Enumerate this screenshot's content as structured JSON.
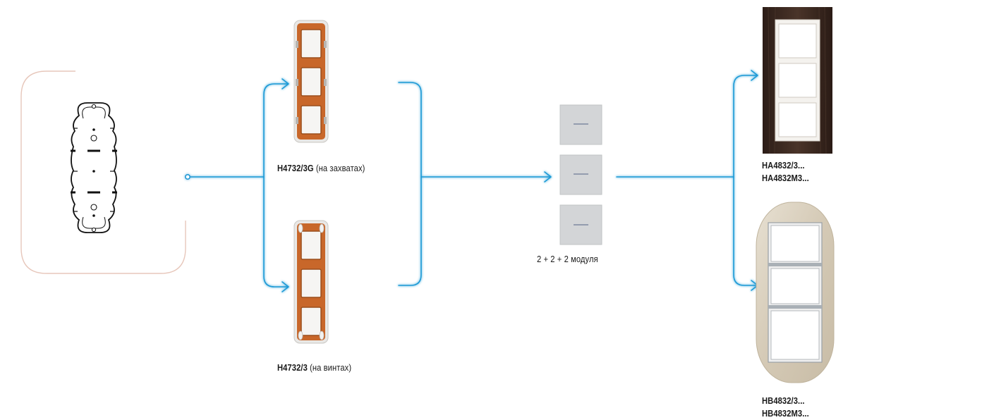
{
  "colors": {
    "flow_line": "#1e9ad6",
    "box_outline": "#e7c7bb",
    "copper": "#c8672a",
    "frame_light": "#e9e8e6",
    "wood": "#3b2a22",
    "pearl": "#d9d0c0",
    "key_fill": "#d3d5d7"
  },
  "box": {
    "name": "flush-mount box (3-post)"
  },
  "support_capture": {
    "code": "H4732/3G",
    "note": "(на захватах)",
    "icon": "support-frame-claws-icon"
  },
  "support_screw": {
    "code": "H4732/3",
    "note": "(на винтах)",
    "icon": "support-frame-screws-icon"
  },
  "devices": {
    "label": "2 + 2 + 2 модуля",
    "count": 3,
    "icon": "modular-key-icon"
  },
  "plate_wood": {
    "codes": [
      "HA4832/3...",
      "HA4832M3..."
    ],
    "icon": "wood-rectangular-plate-icon"
  },
  "plate_oval": {
    "codes": [
      "HB4832/3...",
      "HB4832M3..."
    ],
    "icon": "oval-plate-icon"
  }
}
